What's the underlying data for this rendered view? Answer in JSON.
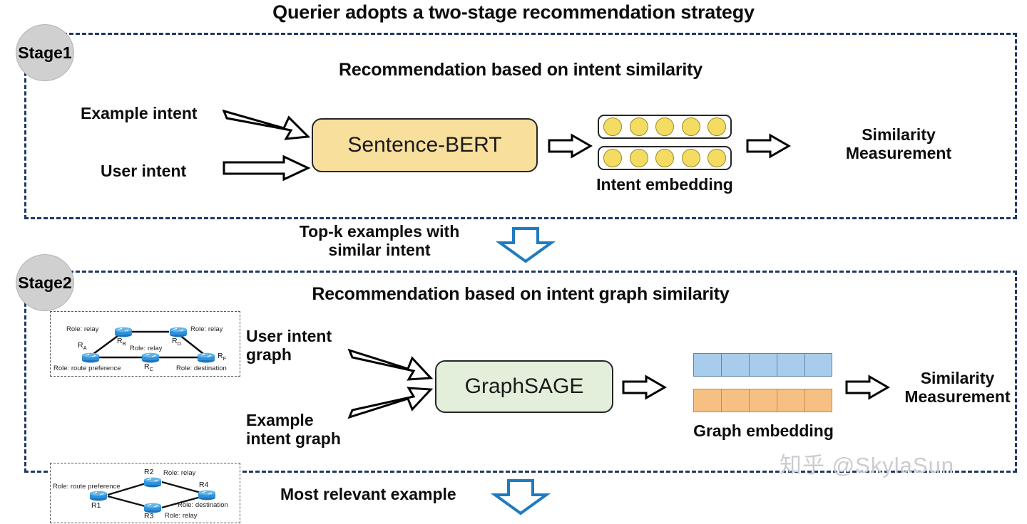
{
  "title": "Querier adopts a two-stage recommendation strategy",
  "stage1": {
    "badge": "Stage1",
    "header": "Recommendation based on intent similarity",
    "input_top": "Example intent",
    "input_bottom": "User intent",
    "model": "Sentence-BERT",
    "embedding_caption": "Intent embedding",
    "embedding_rows": 2,
    "embedding_cells_per_row": 5,
    "output": "Similarity\nMeasurement",
    "output_line1": "Similarity",
    "output_line2": "Measurement",
    "arrow_in_top": "block-arrow-down-right",
    "arrow_in_bottom": "block-arrow-right",
    "arrow_to_embedding": "block-arrow-right",
    "arrow_to_output": "block-arrow-right"
  },
  "transition_top": {
    "label_line1": "Top-k examples with",
    "label_line2": "similar intent",
    "arrow": "block-arrow-down-blue"
  },
  "stage2": {
    "badge": "Stage2",
    "header": "Recommendation based on intent graph similarity",
    "user_graph_label_line1": "User intent",
    "user_graph_label_line2": "graph",
    "example_graph_label_line1": "Example",
    "example_graph_label_line2": "intent graph",
    "model": "GraphSAGE",
    "embedding_caption": "Graph embedding",
    "embedding_cells_per_row": 5,
    "output_line1": "Similarity",
    "output_line2": "Measurement",
    "user_graph": {
      "nodes": [
        {
          "id": "R_A",
          "label": "R",
          "sub": "A",
          "role": "Role: route preference"
        },
        {
          "id": "R_B",
          "label": "R",
          "sub": "B",
          "role": "Role: relay"
        },
        {
          "id": "R_C",
          "label": "R",
          "sub": "C",
          "role": "Role: relay"
        },
        {
          "id": "R_D",
          "label": "R",
          "sub": "D",
          "role": "Role: relay"
        },
        {
          "id": "R_F",
          "label": "R",
          "sub": "F",
          "role": "Role: destination"
        }
      ],
      "edges": [
        [
          "R_A",
          "R_B"
        ],
        [
          "R_B",
          "R_D"
        ],
        [
          "R_D",
          "R_F"
        ],
        [
          "R_A",
          "R_C"
        ],
        [
          "R_C",
          "R_F"
        ]
      ]
    },
    "example_graph": {
      "nodes": [
        {
          "id": "R1",
          "label": "R1",
          "role": "Role: route preference"
        },
        {
          "id": "R2",
          "label": "R2",
          "role": "Role: relay"
        },
        {
          "id": "R3",
          "label": "R3",
          "role": "Role: relay"
        },
        {
          "id": "R4",
          "label": "R4",
          "role": "Role: destination"
        }
      ],
      "edges": [
        [
          "R1",
          "R2"
        ],
        [
          "R1",
          "R3"
        ],
        [
          "R2",
          "R4"
        ],
        [
          "R3",
          "R4"
        ]
      ]
    }
  },
  "transition_bottom": {
    "label": "Most relevant example",
    "arrow": "block-arrow-down-blue"
  },
  "watermark": "知乎 @SkylaSun",
  "colors": {
    "frame_border": "#1F3864",
    "bert_fill": "#F8DF9C",
    "sage_fill": "#E3EFDA",
    "intent_dot": "#F4DC62",
    "graph_cell_blue": "#A9CCEC",
    "graph_cell_orange": "#F7C083",
    "stage_badge": "#D0D0D0",
    "blue_arrow": "#1F7BC0",
    "watermark": "#C9CCD1"
  }
}
